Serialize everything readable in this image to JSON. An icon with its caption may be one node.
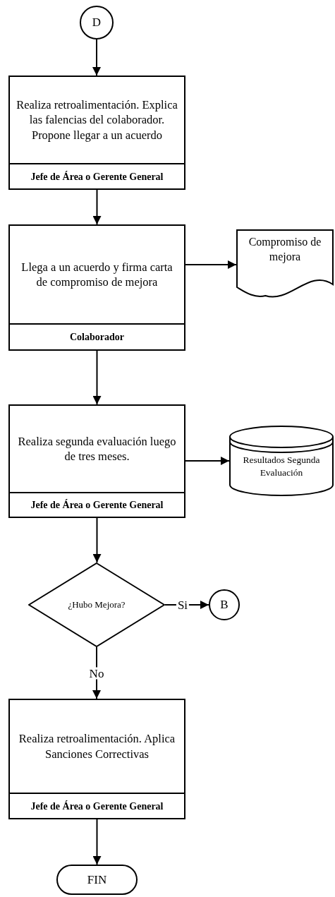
{
  "diagram": {
    "nodes": [
      {
        "text": [
          "D"
        ]
      },
      {
        "text": [
          "Realiza retroalimentación. Explica las falencias del colaborador. Propone llegar a un acuerdo",
          "Jefe de Área o Gerente General"
        ]
      },
      {
        "text": [
          "Llega a un acuerdo y firma carta de compromiso de mejora",
          "Colaborador"
        ]
      },
      {
        "text": [
          "Compromiso de mejora"
        ]
      },
      {
        "text": [
          "Realiza segunda evaluación luego de tres meses.",
          "Jefe de Área o Gerente General"
        ]
      },
      {
        "text": [
          "Resultados Segunda Evaluación"
        ]
      },
      {
        "text": [
          "¿Hubo Mejora?"
        ]
      },
      {
        "text": [
          "B"
        ]
      },
      {
        "text": [
          "Realiza retroalimentación. Aplica Sanciones Correctivas",
          "Jefe de Área o Gerente General"
        ]
      },
      {
        "text": [
          "FIN"
        ]
      }
    ],
    "edges": [
      {
        "from": 0,
        "to": 1,
        "arrow": "to"
      },
      {
        "from": 1,
        "to": 2,
        "arrow": "to"
      },
      {
        "from": 2,
        "to": 3,
        "arrow": "to"
      },
      {
        "from": 2,
        "to": 4,
        "arrow": "to"
      },
      {
        "from": 4,
        "to": 5,
        "arrow": "to"
      },
      {
        "from": 4,
        "to": 6,
        "arrow": "to"
      },
      {
        "from": 6,
        "to": 7,
        "label": "Si",
        "arrow": "to"
      },
      {
        "from": 6,
        "to": 8,
        "label": "No",
        "arrow": "to"
      },
      {
        "from": 8,
        "to": 9,
        "arrow": "to"
      }
    ]
  }
}
